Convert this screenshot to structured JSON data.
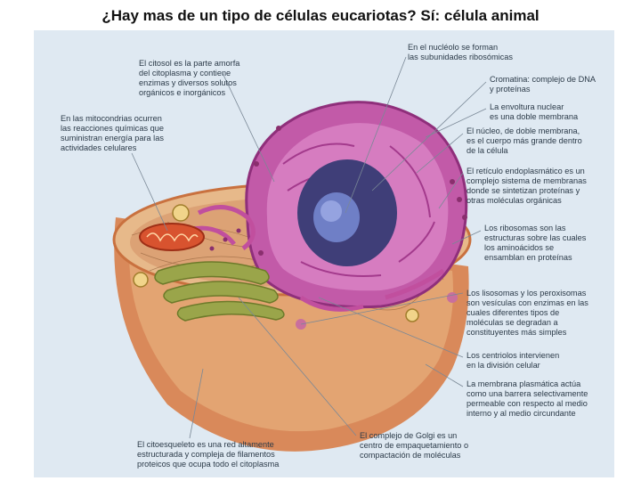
{
  "title": "¿Hay mas de un tipo de células eucariotas? Sí: célula animal",
  "labels": {
    "cytosol": [
      "El citosol es la parte amorfa",
      "del citoplasma y contiene",
      "enzimas y diversos solutos",
      "orgánicos e inorgánicos"
    ],
    "mitochondria": [
      "En las mitocondrias ocurren",
      "las reacciones químicas que",
      "suministran energía para las",
      "actividades celulares"
    ],
    "nucleolus": [
      "En el nucléolo se forman",
      "las subunidades ribosómicas"
    ],
    "chromatin": [
      "Cromatina: complejo de DNA",
      "y proteínas"
    ],
    "envelope": [
      "La envoltura nuclear",
      "es una doble membrana"
    ],
    "nucleus": [
      "El núcleo, de doble membrana,",
      "es el cuerpo más grande dentro",
      "de la célula"
    ],
    "er": [
      "El retículo endoplasmático es un",
      "complejo sistema de membranas",
      "donde se sintetizan proteínas y",
      "otras moléculas orgánicas"
    ],
    "ribosomes": [
      "Los ribosomas son las",
      "estructuras sobre las cuales",
      "los aminoácidos se",
      "ensamblan en proteínas"
    ],
    "lysosomes": [
      "Los lisosomas y los peroxisomas",
      "son vesículas con enzimas en las",
      "cuales diferentes tipos de",
      "moléculas se degradan a",
      "constituyentes más simples"
    ],
    "centrioles": [
      "Los centriolos intervienen",
      "en la división celular"
    ],
    "membrane": [
      "La membrana plasmática actúa",
      "como una barrera selectivamente",
      "permeable con respecto al medio",
      "interno y al medio circundante"
    ],
    "golgi": [
      "El complejo de Golgi es un",
      "centro de empaquetamiento o",
      "compactación de moléculas"
    ],
    "cytoskeleton": [
      "El citoesqueleto es una red altamente",
      "estructurada y compleja de filamentos",
      "proteicos que ocupa todo el citoplasma"
    ]
  },
  "colors": {
    "membrane_outer": "#d9895a",
    "cytoplasm": "#e7b98a",
    "nucleus": "#c25aa8",
    "nucleolus": "#6f7fc6",
    "er": "#e07ac2",
    "mitochondria": "#d8532f",
    "golgi": "#9aa54a",
    "panel": "#dfe9f2"
  }
}
